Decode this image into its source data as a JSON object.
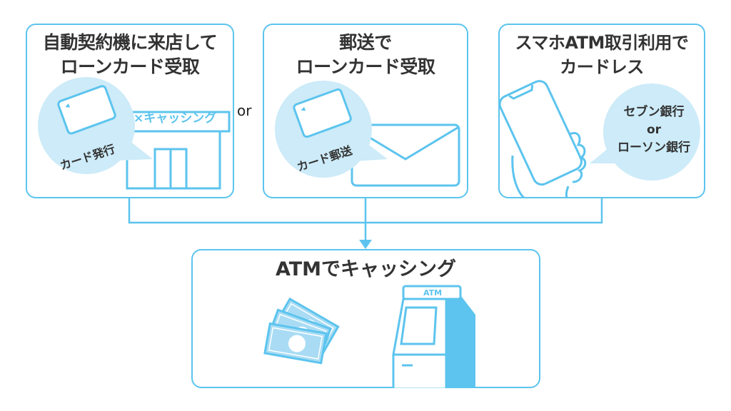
{
  "options": [
    {
      "title_line1": "自動契約機に来店して",
      "title_line2": "ローンカード受取",
      "bubble_label": "カード発行",
      "sign_text": "×キャッシング"
    },
    {
      "title_line1": "郵送で",
      "title_line2": "ローンカード受取",
      "bubble_label": "カード郵送"
    },
    {
      "title_line1": "スマホATM取引利用で",
      "title_line2": "カードレス",
      "bubble_line1": "セブン銀行",
      "bubble_line2": "or",
      "bubble_line3": "ローソン銀行"
    }
  ],
  "separator_or": "or",
  "result": {
    "title": "ATMでキャッシング",
    "atm_label": "ATM"
  },
  "colors": {
    "accent": "#5cc4ee",
    "bubble_fill": "#cdebf8",
    "bill_fill": "#a9dcf4",
    "text": "#333333"
  }
}
